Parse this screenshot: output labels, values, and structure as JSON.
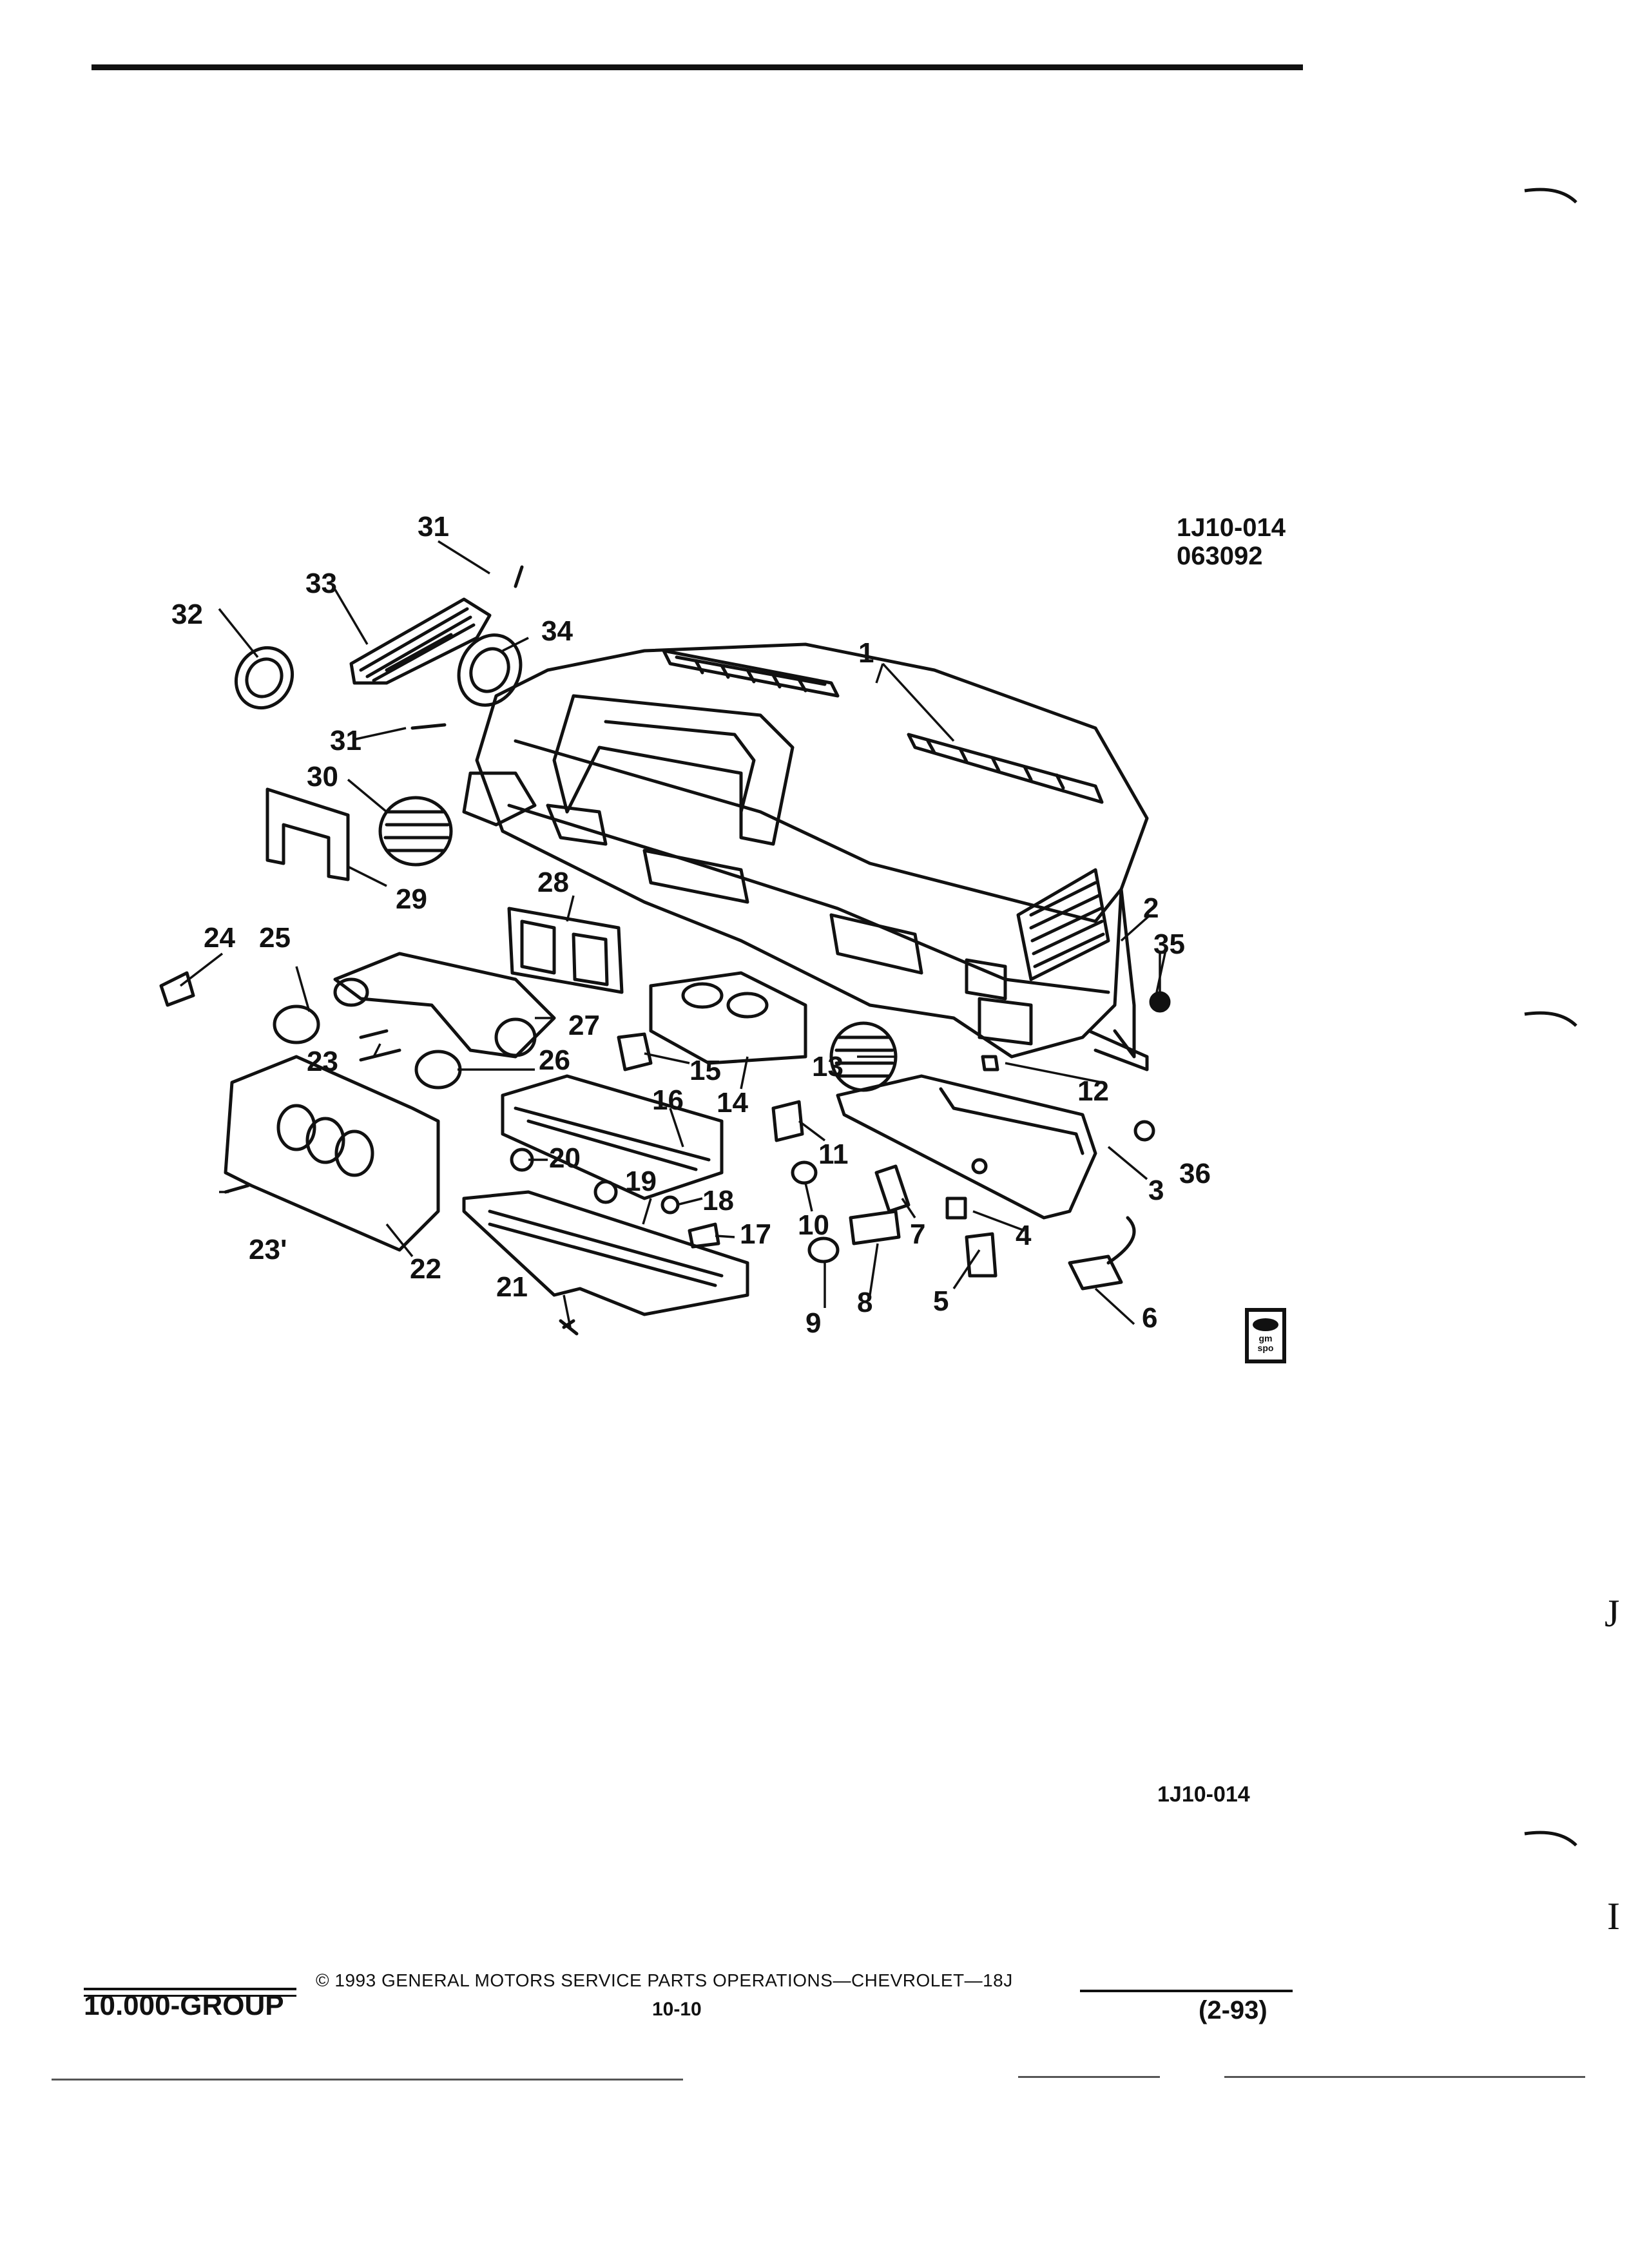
{
  "diagram_code": "1J10-014",
  "diagram_date": "063092",
  "diagram_code_bottom": "1J10-014",
  "gmspo_logo_text": "gm spo",
  "callouts": [
    {
      "id": "c1",
      "label": "1"
    },
    {
      "id": "c2",
      "label": "2"
    },
    {
      "id": "c3",
      "label": "3"
    },
    {
      "id": "c4",
      "label": "4"
    },
    {
      "id": "c5",
      "label": "5"
    },
    {
      "id": "c6",
      "label": "6"
    },
    {
      "id": "c7",
      "label": "7"
    },
    {
      "id": "c8",
      "label": "8"
    },
    {
      "id": "c9",
      "label": "9"
    },
    {
      "id": "c10",
      "label": "10"
    },
    {
      "id": "c11",
      "label": "11"
    },
    {
      "id": "c12",
      "label": "12"
    },
    {
      "id": "c13",
      "label": "13"
    },
    {
      "id": "c14",
      "label": "14"
    },
    {
      "id": "c15",
      "label": "15"
    },
    {
      "id": "c16",
      "label": "16"
    },
    {
      "id": "c17",
      "label": "17"
    },
    {
      "id": "c18",
      "label": "18"
    },
    {
      "id": "c19",
      "label": "19"
    },
    {
      "id": "c20",
      "label": "20"
    },
    {
      "id": "c21",
      "label": "21"
    },
    {
      "id": "c22",
      "label": "22"
    },
    {
      "id": "c23a",
      "label": "23"
    },
    {
      "id": "c23b",
      "label": "23'"
    },
    {
      "id": "c24",
      "label": "24"
    },
    {
      "id": "c25",
      "label": "25"
    },
    {
      "id": "c26",
      "label": "26"
    },
    {
      "id": "c27",
      "label": "27"
    },
    {
      "id": "c28",
      "label": "28"
    },
    {
      "id": "c29",
      "label": "29"
    },
    {
      "id": "c30",
      "label": "30"
    },
    {
      "id": "c31a",
      "label": "31"
    },
    {
      "id": "c31b",
      "label": "31"
    },
    {
      "id": "c32",
      "label": "32"
    },
    {
      "id": "c33",
      "label": "33"
    },
    {
      "id": "c34",
      "label": "34"
    },
    {
      "id": "c35",
      "label": "35"
    },
    {
      "id": "c36",
      "label": "36"
    }
  ],
  "footer": {
    "copyright": "© 1993  GENERAL MOTORS SERVICE PARTS OPERATIONS—CHEVROLET—18J",
    "group": "10.000-GROUP",
    "page": "10-10",
    "date": "(2-93)"
  },
  "edge_marks": [
    "J",
    "I"
  ]
}
